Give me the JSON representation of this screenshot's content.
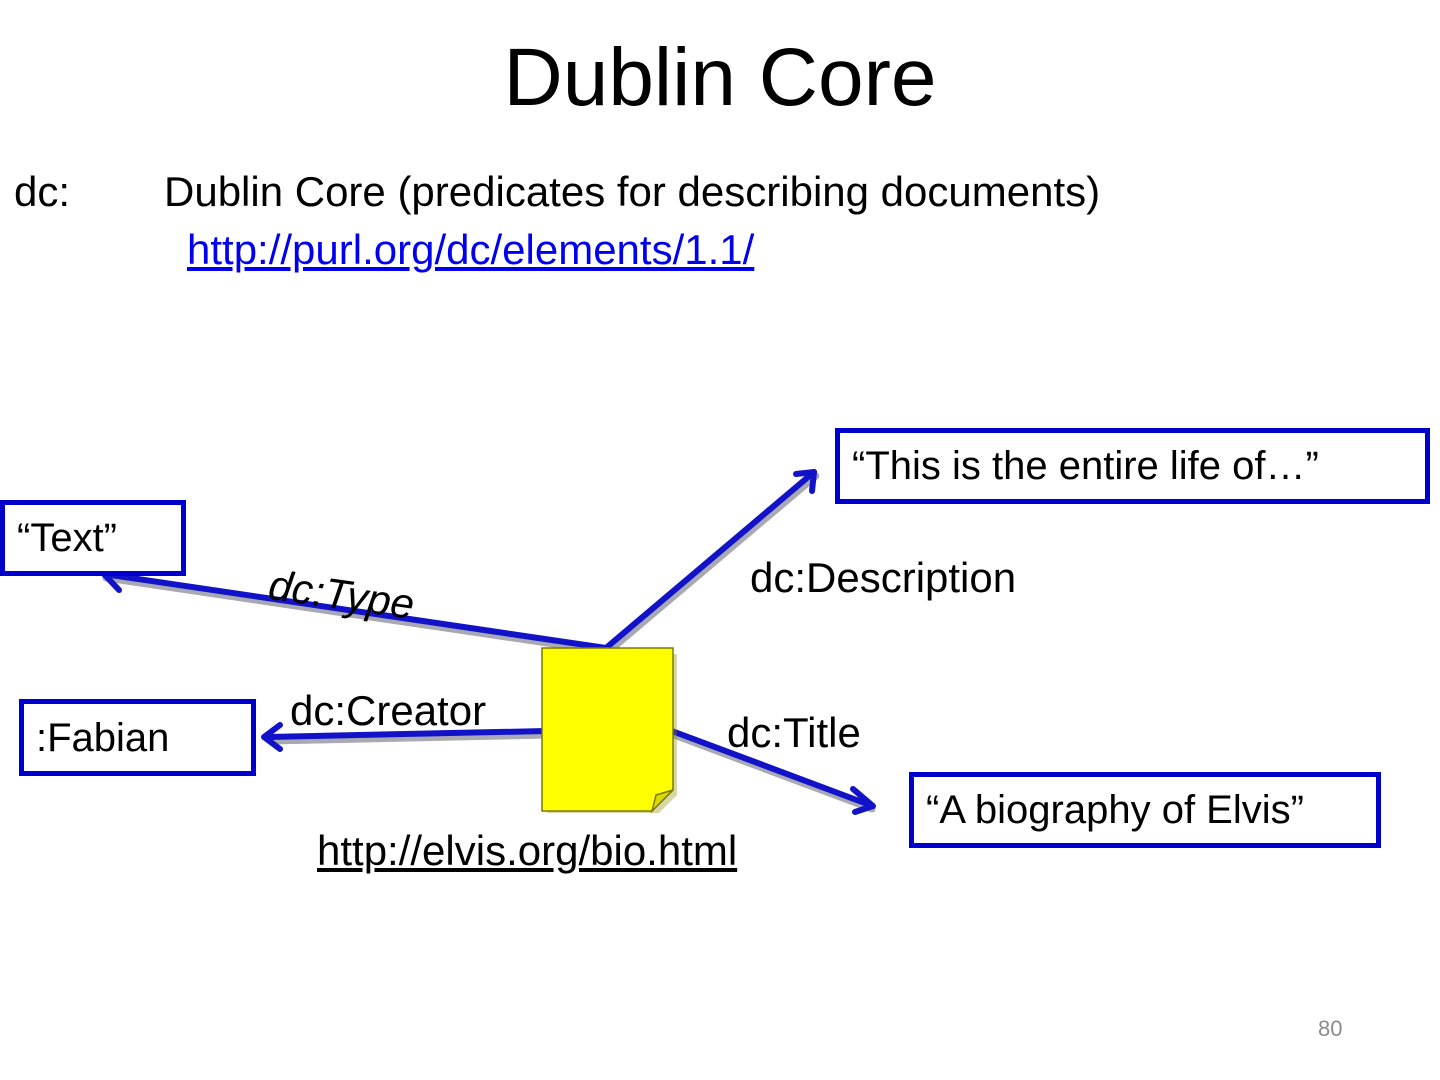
{
  "title": "Dublin Core",
  "namespace": {
    "prefix": "dc:",
    "description": "Dublin Core (predicates for describing documents)",
    "url": "http://purl.org/dc/elements/1.1/"
  },
  "diagram": {
    "document_url": "http://elvis.org/bio.html",
    "nodes": {
      "type_value": "“Text”",
      "creator_value": ":Fabian",
      "description_value": "“This is the entire life of…”",
      "title_value": "“A biography of Elvis”"
    },
    "edges": {
      "type": "dc:Type",
      "creator": "dc:Creator",
      "description": "dc:Description",
      "title": "dc:Title"
    },
    "colors": {
      "edge": "#1212c8",
      "box_border": "#0000cc",
      "document_fill": "#ffff00"
    }
  },
  "page_number": "80"
}
